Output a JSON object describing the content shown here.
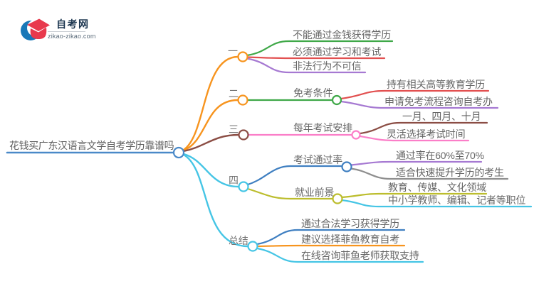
{
  "logo": {
    "site_name": "自考网",
    "site_domain": "zikao-zikao.com",
    "icon": "graduation-cap-crescent",
    "brand_blue": "#1878b8",
    "brand_red": "#e8394d"
  },
  "palette": {
    "root_blue": "#4a89c8",
    "orange": "#f7941e",
    "green": "#3fa848",
    "red": "#e25050",
    "purple": "#a679d2",
    "brown": "#8b4d44",
    "pink": "#fb7ec8",
    "cyan": "#45c5e5",
    "blue": "#3f7fc1",
    "olive": "#bcbd2d",
    "gray": "#8e8e8e",
    "text_gray": "#666666"
  },
  "mindmap": {
    "root": {
      "label": "花钱买广东汉语言文学自考学历靠谱吗",
      "color": "#4a89c8"
    },
    "branches": [
      {
        "label": "一",
        "color": "#f7941e",
        "children": [
          {
            "label": "不能通过金钱获得学历",
            "color": "#3fa848"
          },
          {
            "label": "必须通过学习和考试",
            "color": "#e25050"
          },
          {
            "label": "非法行为不可信",
            "color": "#a679d2"
          }
        ]
      },
      {
        "label": "二",
        "color": "#f7941e",
        "children": [
          {
            "label": "免考条件",
            "color": "#3fa848",
            "children": [
              {
                "label": "持有相关高等教育学历",
                "color": "#e25050"
              },
              {
                "label": "申请免考流程咨询自考办",
                "color": "#a679d2"
              }
            ]
          }
        ]
      },
      {
        "label": "三",
        "color": "#8b4d44",
        "children": [
          {
            "label": "每年考试安排",
            "color": "#fb7ec8",
            "children": [
              {
                "label": "一月、四月、十月",
                "color": "#8b4d44"
              },
              {
                "label": "灵活选择考试时间",
                "color": "#fb7ec8"
              }
            ]
          }
        ]
      },
      {
        "label": "四",
        "color": "#45c5e5",
        "children": [
          {
            "label": "考试通过率",
            "color": "#3f7fc1",
            "children": [
              {
                "label": "通过率在60%至70%",
                "color": "#a679d2"
              },
              {
                "label": "适合快速提升学历的考生",
                "color": "#8e8e8e"
              }
            ]
          },
          {
            "label": "就业前景",
            "color": "#bcbd2d",
            "children": [
              {
                "label": "教育、传媒、文化领域",
                "color": "#bcbd2d"
              },
              {
                "label": "中小学教师、编辑、记者等职位",
                "color": "#45c5e5"
              }
            ]
          }
        ]
      },
      {
        "label": "总结",
        "color": "#45c5e5",
        "children": [
          {
            "label": "通过合法学习获得学历",
            "color": "#3f7fc1"
          },
          {
            "label": "建议选择菲鱼教育自考",
            "color": "#f7941e"
          },
          {
            "label": "在线咨询菲鱼老师获取支持",
            "color": "#45c5e5"
          }
        ]
      }
    ]
  }
}
